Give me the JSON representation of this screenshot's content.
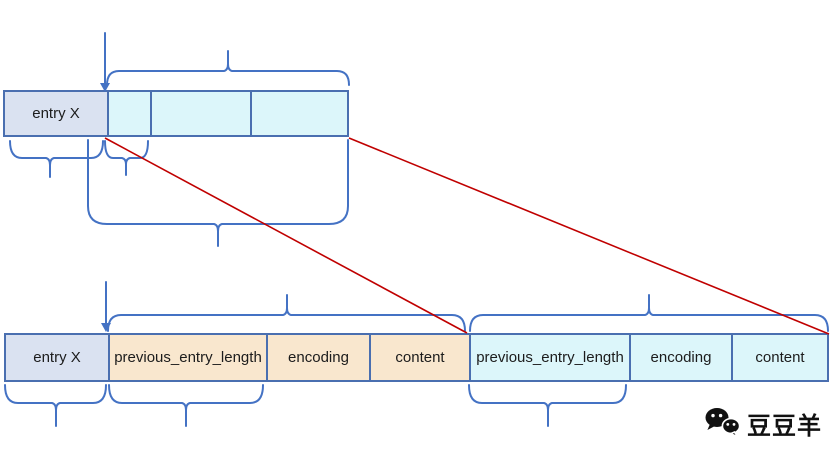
{
  "diagram": {
    "title_hint": "ziplist entry layout diagram",
    "top_row": {
      "entry_label": "entry X",
      "empty_segment_count": 3
    },
    "bottom_row": {
      "cells": [
        {
          "label": "entry X",
          "fill": "entry"
        },
        {
          "label": "previous_entry_length",
          "fill": "tan"
        },
        {
          "label": "encoding",
          "fill": "tan"
        },
        {
          "label": "content",
          "fill": "tan"
        },
        {
          "label": "previous_entry_length",
          "fill": "cyan"
        },
        {
          "label": "encoding",
          "fill": "cyan"
        },
        {
          "label": "content",
          "fill": "cyan"
        }
      ]
    }
  },
  "watermark": {
    "icon": "wechat-icon",
    "text": "豆豆羊"
  },
  "colors": {
    "background": "#ffffff",
    "box_border": "#4a6fb0",
    "entry_fill": "#dae2f1",
    "cyan_fill": "#dcf6fa",
    "tan_fill": "#f9e7ce",
    "brace_blue": "#4472c4",
    "red_connector": "#c00000",
    "label_text": "#1c1c1c",
    "watermark_color": "#111111"
  }
}
